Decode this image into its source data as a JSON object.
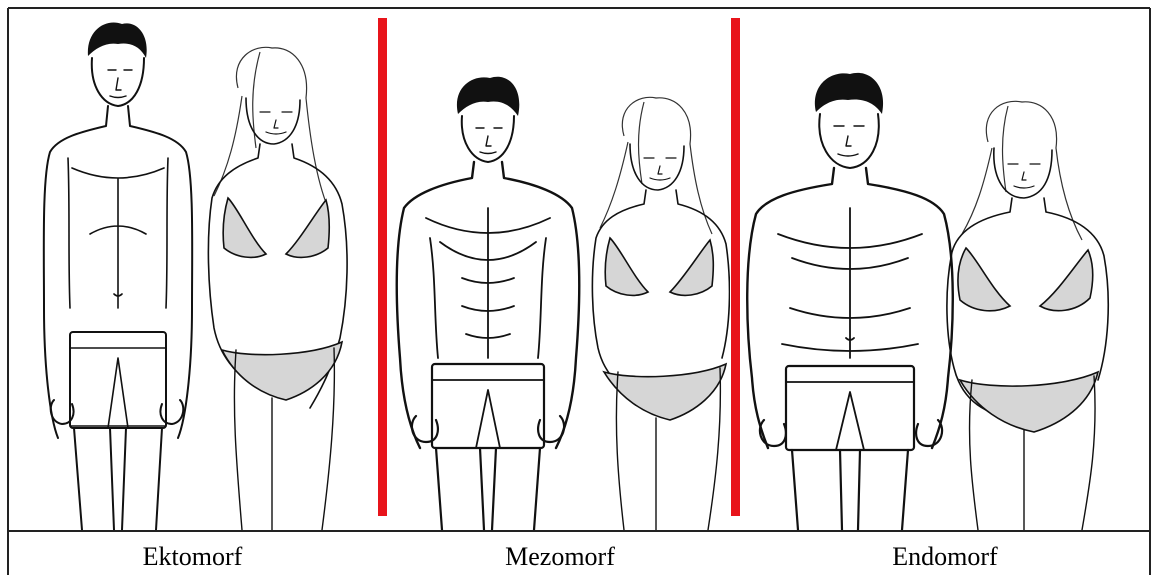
{
  "divider_color": "#e8141b",
  "labels": {
    "ectomorph": "Ektomorf",
    "mesomorph": "Mezomorf",
    "endomorph": "Endomorf"
  }
}
